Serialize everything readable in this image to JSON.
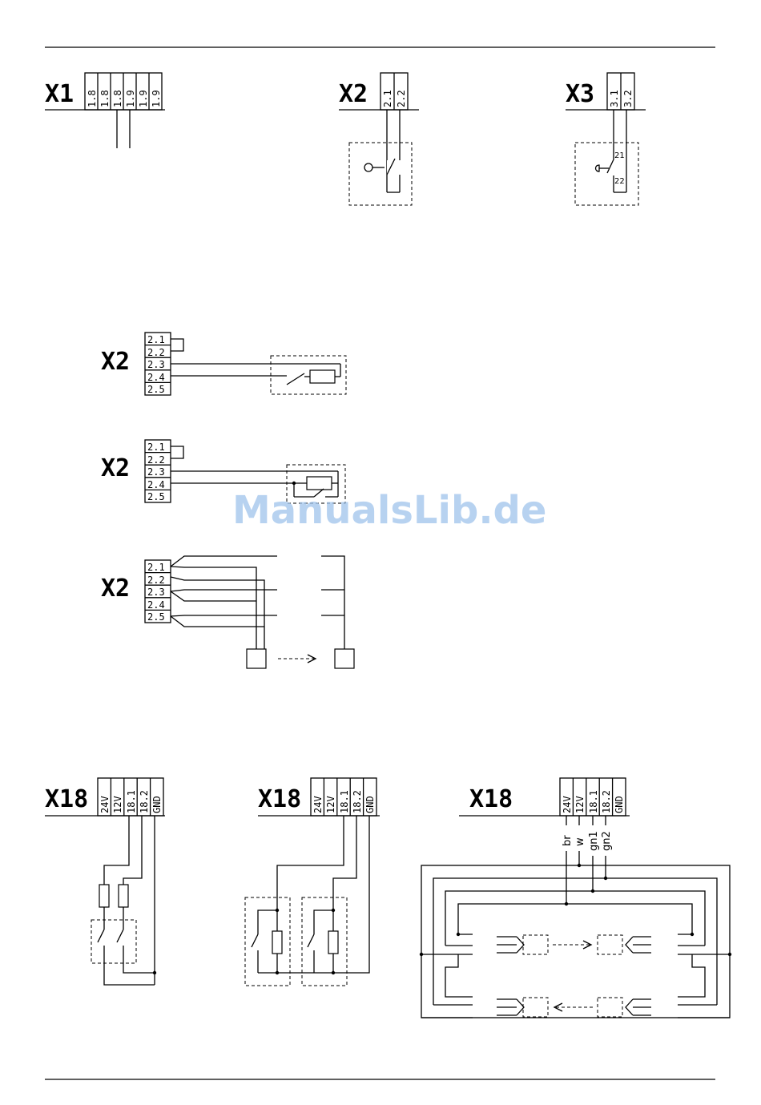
{
  "x1": {
    "label": "X1",
    "terminals": [
      "1.8",
      "1.8",
      "1.8",
      "1.9",
      "1.9",
      "1.9"
    ]
  },
  "x2_top": {
    "label": "X2",
    "terminals": [
      "2.1",
      "2.2"
    ]
  },
  "x3": {
    "label": "X3",
    "terminals": [
      "3.1",
      "3.2"
    ],
    "contacts": [
      "21",
      "22"
    ]
  },
  "x2_rows": [
    {
      "label": "X2",
      "terminals": [
        "2.1",
        "2.2",
        "2.3",
        "2.4",
        "2.5"
      ]
    },
    {
      "label": "X2",
      "terminals": [
        "2.1",
        "2.2",
        "2.3",
        "2.4",
        "2.5"
      ]
    },
    {
      "label": "X2",
      "terminals": [
        "2.1",
        "2.2",
        "2.3",
        "2.4",
        "2.5"
      ]
    }
  ],
  "x18": [
    {
      "label": "X18",
      "terminals": [
        "24V",
        "12V",
        "18.1",
        "18.2",
        "GND"
      ]
    },
    {
      "label": "X18",
      "terminals": [
        "24V",
        "12V",
        "18.1",
        "18.2",
        "GND"
      ]
    },
    {
      "label": "X18",
      "terminals": [
        "24V",
        "12V",
        "18.1",
        "18.2",
        "GND"
      ],
      "wire_colors": [
        "br",
        "w",
        "gn1",
        "gn2"
      ]
    }
  ],
  "watermark": "ManualsLib.de"
}
